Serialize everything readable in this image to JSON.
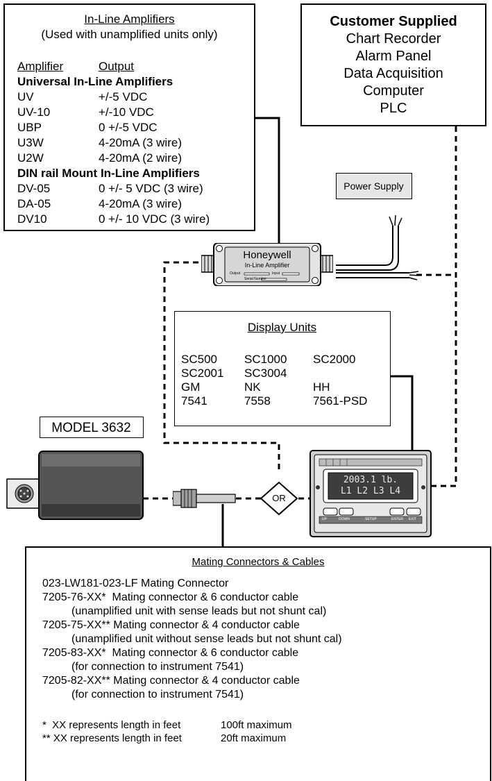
{
  "amplifiers_box": {
    "title": "In-Line Amplifiers",
    "subtitle": "(Used with unamplified units only)",
    "col_amplifier": "Amplifier",
    "col_output": "Output",
    "universal_heading": "Universal In-Line Amplifiers",
    "universal_rows": [
      {
        "amp": "UV",
        "out": "+/-5 VDC"
      },
      {
        "amp": "UV-10",
        "out": "+/-10 VDC"
      },
      {
        "amp": "UBP",
        "out": "0 +/-5 VDC"
      },
      {
        "amp": "U3W",
        "out": "4-20mA (3 wire)"
      },
      {
        "amp": "U2W",
        "out": "4-20mA (2 wire)"
      }
    ],
    "din_heading": "DIN rail Mount In-Line Amplifiers",
    "din_rows": [
      {
        "amp": "DV-05",
        "out": "0 +/- 5 VDC (3 wire)"
      },
      {
        "amp": "DA-05",
        "out": "4-20mA (3 wire)"
      },
      {
        "amp": "DV10",
        "out": "0 +/- 10 VDC (3 wire)"
      }
    ]
  },
  "customer_box": {
    "title": "Customer Supplied",
    "lines": [
      "Chart Recorder",
      "Alarm Panel",
      "Data Acquisition",
      "Computer",
      "PLC"
    ]
  },
  "power_supply": {
    "label": "Power Supply"
  },
  "amplifier_device": {
    "brand": "Honeywell",
    "subtitle": "In-Line Amplifier",
    "output_label": "Output",
    "input_label": "Input",
    "serial_label": "Serial Number"
  },
  "display_units": {
    "title": "Display Units",
    "rows": [
      [
        "SC500",
        "SC1000",
        "SC2000"
      ],
      [
        "SC2001",
        "SC3004",
        ""
      ],
      [
        "GM",
        "NK",
        "HH"
      ],
      [
        "7541",
        "7558",
        "7561-PSD"
      ]
    ]
  },
  "model_label": "MODEL 3632",
  "or_label": "OR",
  "display_panel": {
    "line1": "2003.1 lb.",
    "line2": "L1 L2 L3 L4",
    "buttons": [
      "UP",
      "DOWN",
      "SETUP",
      "ENTER",
      "EXIT"
    ]
  },
  "mating_box": {
    "title": "Mating Connectors & Cables",
    "lines": [
      "023-LW181-023-LF Mating Connector",
      "7205-76-XX*  Mating connector & 6 conductor cable",
      "(unamplified unit with sense leads but not shunt cal)",
      "7205-75-XX** Mating connector & 4 conductor cable",
      "(unamplified unit without sense leads but not shunt cal)",
      "7205-83-XX*  Mating connector & 6 conductor cable",
      "(for connection to instrument 7541)",
      "7205-82-XX** Mating connector & 4 conductor cable",
      "(for connection to instrument 7541)"
    ],
    "footnotes": [
      {
        "key": "*  XX represents length in feet",
        "value": "100ft maximum"
      },
      {
        "key": "** XX represents length in feet",
        "value": "20ft maximum"
      }
    ]
  }
}
